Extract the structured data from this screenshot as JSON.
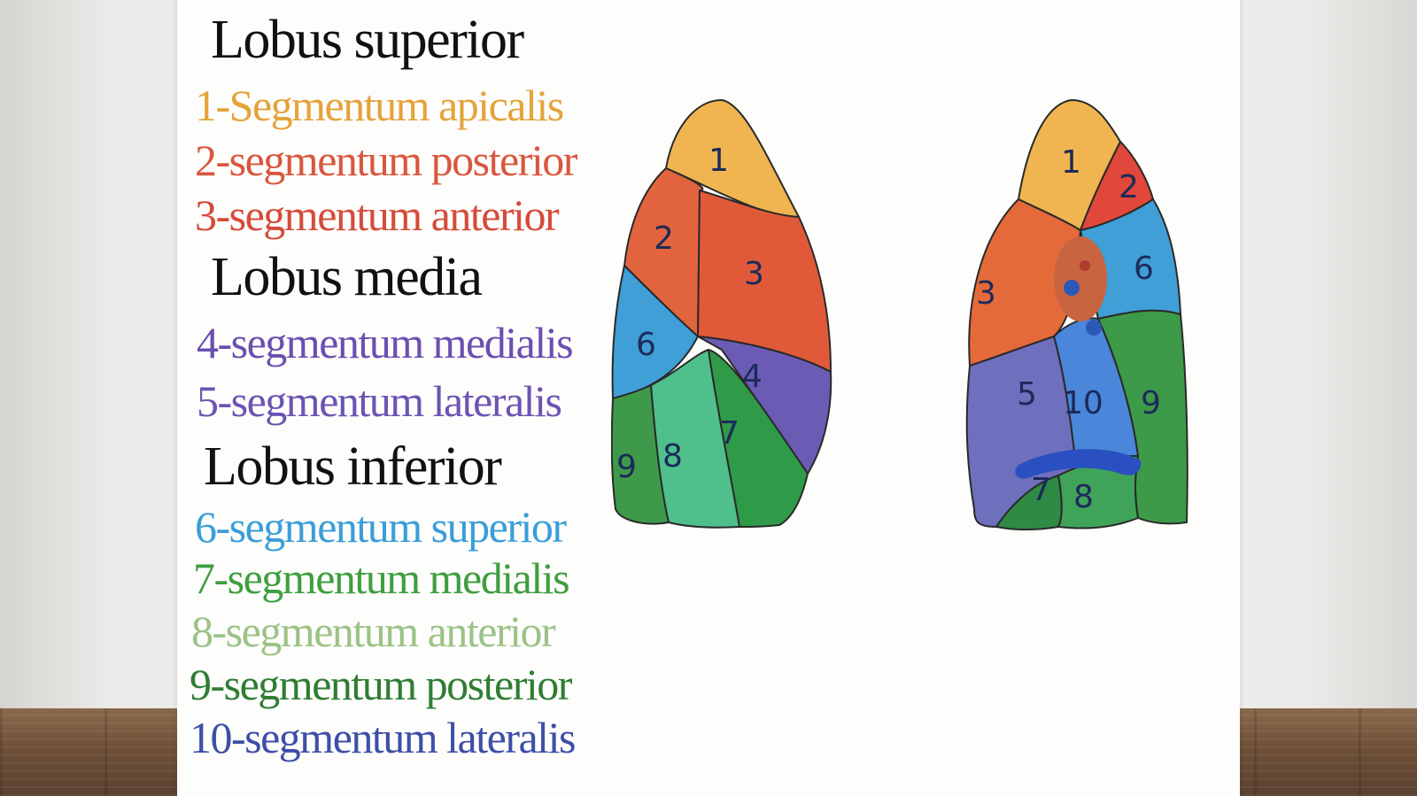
{
  "legend": {
    "lobes": [
      {
        "title": "Lobus superior",
        "segments": [
          {
            "text": "1-Segmentum apicalis",
            "color": "#e5a33a"
          },
          {
            "text": "2-segmentum posterior",
            "color": "#d9573e"
          },
          {
            "text": "3-segmentum anterior",
            "color": "#d64b3a"
          }
        ]
      },
      {
        "title": "Lobus media",
        "segments": [
          {
            "text": "4-segmentum medialis",
            "color": "#6a4fb0"
          },
          {
            "text": "5-segmentum lateralis",
            "color": "#6c54b3"
          }
        ]
      },
      {
        "title": "Lobus inferior",
        "segments": [
          {
            "text": "6-segmentum superior",
            "color": "#3a9ed8"
          },
          {
            "text": "7-segmentum medialis",
            "color": "#3f9e3f"
          },
          {
            "text": "8-segmentum anterior",
            "color": "#9cc286"
          },
          {
            "text": "9-segmentum posterior",
            "color": "#2f7d33"
          },
          {
            "text": "10-segmentum lateralis",
            "color": "#3d4fa8"
          }
        ]
      }
    ]
  },
  "lateral_view": {
    "labels": [
      "1",
      "2",
      "3",
      "6",
      "4",
      "9",
      "8",
      "7"
    ]
  },
  "medial_view": {
    "labels": [
      "1",
      "2",
      "3",
      "6",
      "5",
      "10",
      "9",
      "7",
      "8"
    ]
  }
}
